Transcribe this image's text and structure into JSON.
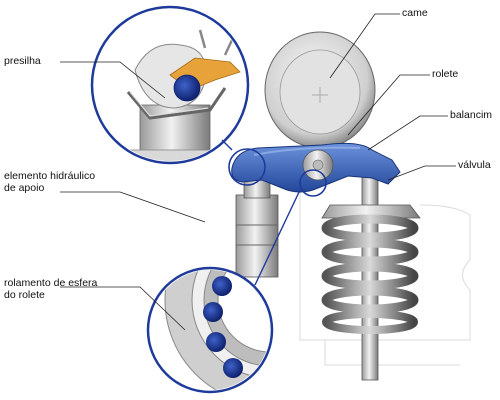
{
  "labels": {
    "came": "came",
    "rolete": "rolete",
    "balancim": "balancim",
    "valvula": "válvula",
    "presilha": "presilha",
    "elemento_line1": "elemento hidráulico",
    "elemento_line2": "de apoio",
    "rolamento_line1": "rolamento de esfera",
    "rolamento_line2": "do rolete"
  },
  "colors": {
    "rocker_blue": "#3a66b8",
    "ball_blue": "#1e3a9a",
    "clip_orange": "#e8a23a",
    "metal_light": "#e8e8e8",
    "metal_dark": "#8a8a8a",
    "line": "#222222"
  }
}
